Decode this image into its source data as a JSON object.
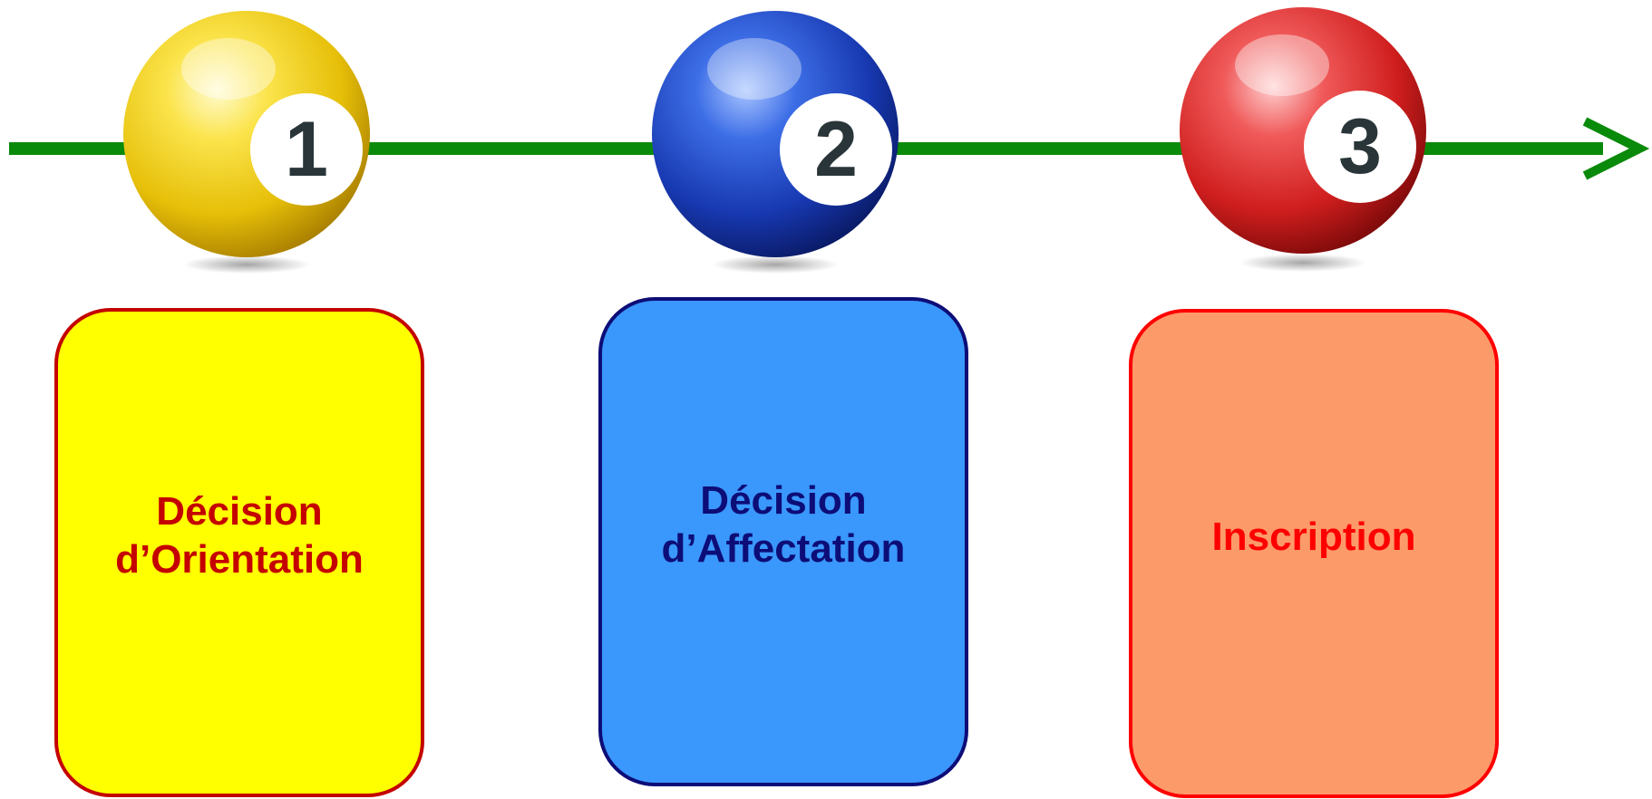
{
  "colors": {
    "arrow": "#0a8a0a",
    "ball_1": "#f2d20a",
    "ball_2": "#1b49c6",
    "ball_3": "#dc2626",
    "card_1_fill": "#ffff00",
    "card_1_border": "#c40000",
    "card_1_text": "#c40000",
    "card_2_fill": "#3a97fb",
    "card_2_border": "#0d0d78",
    "card_2_text": "#0d0d78",
    "card_3_fill": "#fd9a6a",
    "card_3_border": "#ff0000",
    "card_3_text": "#ff0000"
  },
  "balls": [
    {
      "number": "1",
      "icon": "billiard-ball-yellow-icon"
    },
    {
      "number": "2",
      "icon": "billiard-ball-blue-icon"
    },
    {
      "number": "3",
      "icon": "billiard-ball-red-icon"
    }
  ],
  "steps": [
    {
      "line1": "Décision",
      "line2": "d’Orientation"
    },
    {
      "line1": "Décision",
      "line2": "d’Affectation"
    },
    {
      "line1": "Inscription",
      "line2": ""
    }
  ]
}
